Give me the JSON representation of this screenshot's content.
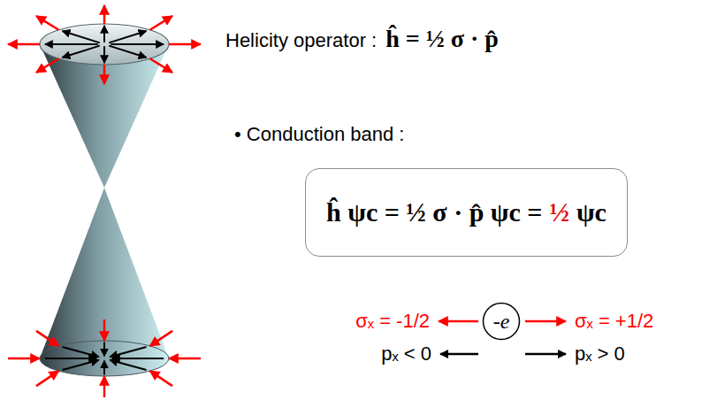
{
  "diagram": {
    "nodes": [
      {
        "text": [
          "ĥ ψc = ½ σ · p̂ ψc =",
          "½",
          "ψc"
        ]
      },
      {
        "text": [
          "-e"
        ]
      }
    ],
    "labels": [
      "Helicity operator :",
      "ĥ = ½ σ · p̂",
      "• Conduction band :",
      "σₓ = -1/2",
      "σₓ = +1/2",
      "pₓ < 0",
      "pₓ > 0"
    ]
  }
}
